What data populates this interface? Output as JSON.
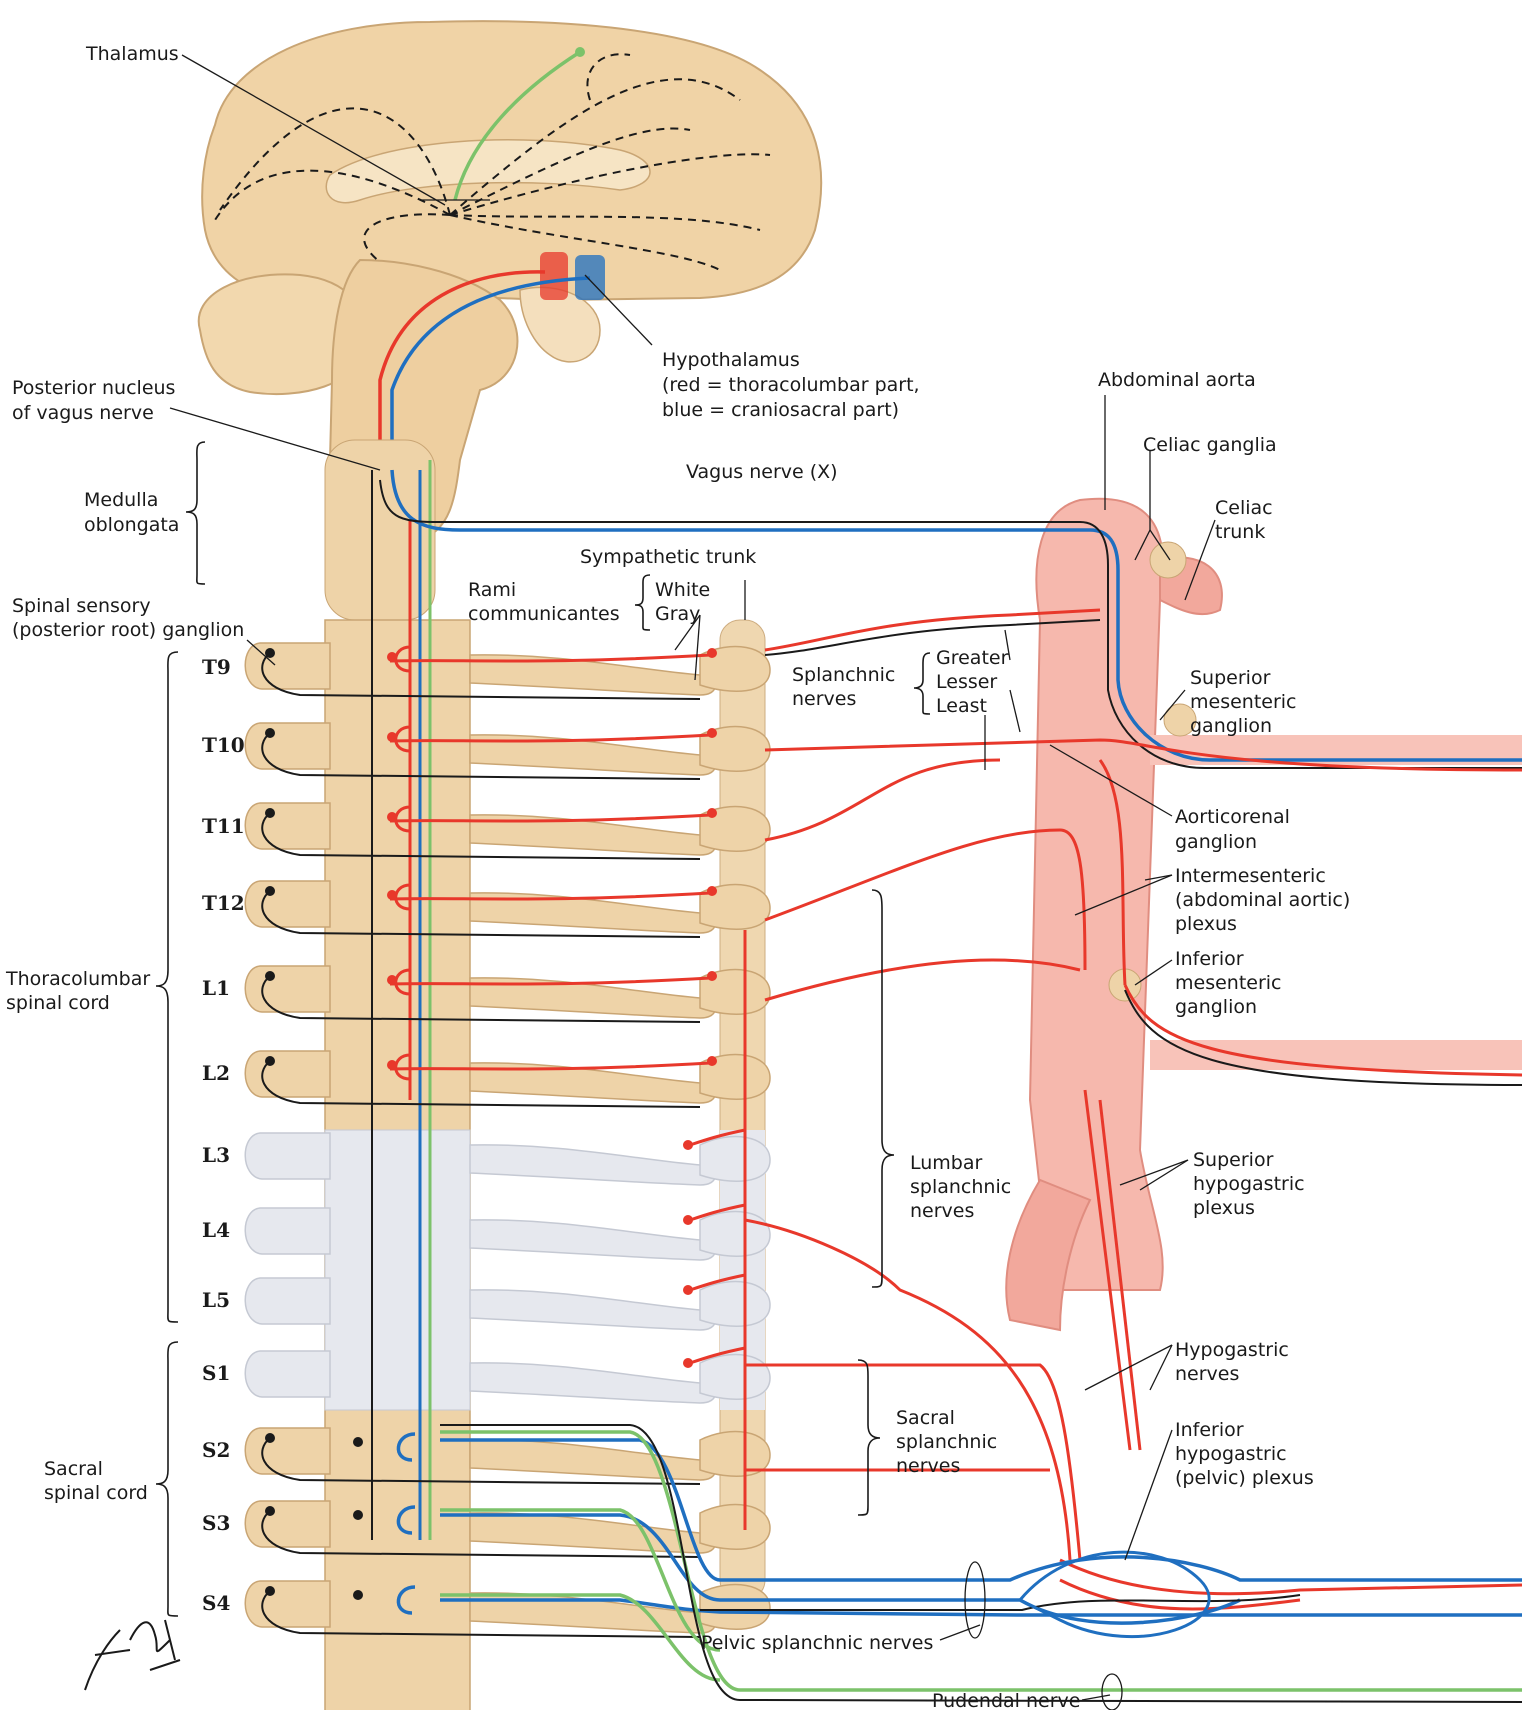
{
  "colors": {
    "sympathetic": "#e8382b",
    "parasympathetic": "#1f6fc0",
    "sensory": "#7cc26a",
    "afferent": "#1a1a1a",
    "cord": "#eed3a8",
    "aorta": "#f6b8ad",
    "inactive": "#e6e8ee"
  },
  "segments": {
    "T9": "T9",
    "T10": "T10",
    "T11": "T11",
    "T12": "T12",
    "L1": "L1",
    "L2": "L2",
    "L3": "L3",
    "L4": "L4",
    "L5": "L5",
    "S1": "S1",
    "S2": "S2",
    "S3": "S3",
    "S4": "S4"
  },
  "labels": {
    "thalamus": "Thalamus",
    "hypothalamus_1": "Hypothalamus",
    "hypothalamus_2": "(red = thoracolumbar part,",
    "hypothalamus_3": "blue = craniosacral part)",
    "posterior_nucleus_1": "Posterior nucleus",
    "posterior_nucleus_2": "of vagus nerve",
    "medulla_1": "Medulla",
    "medulla_2": "oblongata",
    "vagus": "Vagus nerve (X)",
    "abdominal_aorta": "Abdominal aorta",
    "celiac_ganglia": "Celiac ganglia",
    "celiac_trunk_1": "Celiac",
    "celiac_trunk_2": "trunk",
    "sympathetic_trunk": "Sympathetic trunk",
    "rami_1": "Rami",
    "rami_2": "communicantes",
    "white": "White",
    "gray": "Gray",
    "spinal_ganglion_1": "Spinal sensory",
    "spinal_ganglion_2": "(posterior root) ganglion",
    "splanchnic_1": "Splanchnic",
    "splanchnic_2": "nerves",
    "greater": "Greater",
    "lesser": "Lesser",
    "least": "Least",
    "sup_mesenteric_1": "Superior",
    "sup_mesenteric_2": "mesenteric",
    "sup_mesenteric_3": "ganglion",
    "aorticorenal_1": "Aorticorenal",
    "aorticorenal_2": "ganglion",
    "intermesenteric_1": "Intermesenteric",
    "intermesenteric_2": "(abdominal aortic)",
    "intermesenteric_3": "plexus",
    "inf_mesenteric_1": "Inferior",
    "inf_mesenteric_2": "mesenteric",
    "inf_mesenteric_3": "ganglion",
    "thoracolumbar_1": "Thoracolumbar",
    "thoracolumbar_2": "spinal cord",
    "lumbar_splanchnic_1": "Lumbar",
    "lumbar_splanchnic_2": "splanchnic",
    "lumbar_splanchnic_3": "nerves",
    "sup_hypogastric_1": "Superior",
    "sup_hypogastric_2": "hypogastric",
    "sup_hypogastric_3": "plexus",
    "hypogastric_1": "Hypogastric",
    "hypogastric_2": "nerves",
    "sacral_splanchnic_1": "Sacral",
    "sacral_splanchnic_2": "splanchnic",
    "sacral_splanchnic_3": "nerves",
    "inf_hypogastric_1": "Inferior",
    "inf_hypogastric_2": "hypogastric",
    "inf_hypogastric_3": "(pelvic) plexus",
    "sacral_cord_1": "Sacral",
    "sacral_cord_2": "spinal cord",
    "pelvic_splanchnic": "Pelvic splanchnic nerves",
    "pudendal": "Pudendal nerve"
  },
  "signature_text": "F. Netter M.D."
}
